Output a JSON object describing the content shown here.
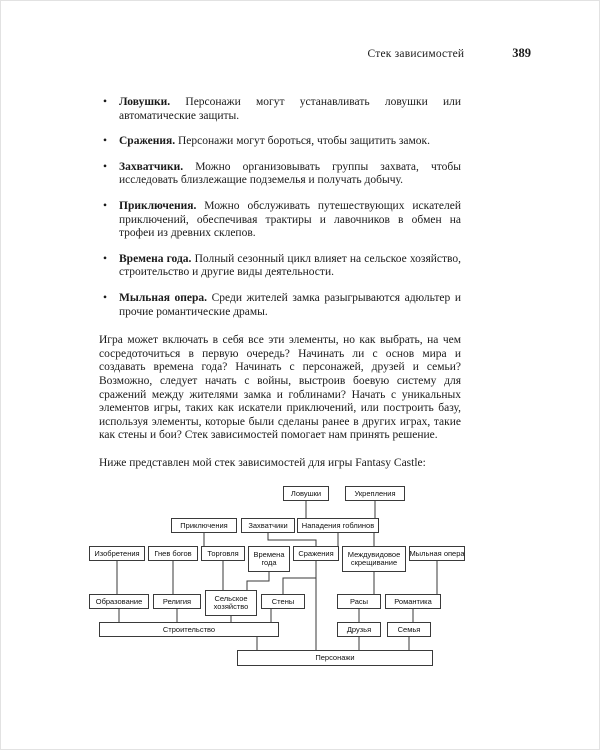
{
  "header": {
    "title": "Стек зависимостей",
    "page_number": "389"
  },
  "bullet_marker": "•",
  "bullets": [
    {
      "term": "Ловушки.",
      "rest": "Персонажи могут устанавливать ловушки или автоматические защиты."
    },
    {
      "term": "Сражения.",
      "rest": "Персонажи могут бороться, чтобы защитить замок."
    },
    {
      "term": "Захватчики.",
      "rest": "Можно организовывать группы захвата, чтобы исследовать близлежащие подземелья и получать добычу."
    },
    {
      "term": "Приключения.",
      "rest": "Можно обслуживать путешествующих искателей приключений, обеспечивая трактиры и лавочников в обмен на трофеи из древних склепов."
    },
    {
      "term": "Времена года.",
      "rest": "Полный сезонный цикл влияет на сельское хозяйство, строительство и другие виды деятельности."
    },
    {
      "term": "Мыльная опера.",
      "rest": "Среди жителей замка разыгрываются адюльтер и прочие романтические драмы."
    }
  ],
  "paragraph": "Игра может включать в себя все эти элементы, но как выбрать, на чем сосредоточиться в первую очередь? Начинать ли с основ мира и создавать времена года? Начинать с персонажей, друзей и семьи? Возможно, следует начать с войны, выстроив боевую систему для сражений между жителями замка и гоблинами? Начать с уникальных элементов игры, таких как искатели приключений, или построить базу, используя элементы, которые были сделаны ранее в других играх, такие как стены и бои? Стек зависимостей помогает нам принять решение.",
  "diagram_intro": "Ниже представлен мой стек зависимостей для игры Fantasy Castle:",
  "diagram": {
    "boxes": [
      {
        "label": "Ловушки"
      },
      {
        "label": "Укрепления"
      },
      {
        "label": "Приключения"
      },
      {
        "label": "Захватчики"
      },
      {
        "label": "Нападения гоблинов"
      },
      {
        "label": "Изобретения"
      },
      {
        "label": "Гнев богов"
      },
      {
        "label": "Торговля"
      },
      {
        "label": "Времена года"
      },
      {
        "label": "Сражения"
      },
      {
        "label": "Междувидовое скрещивание"
      },
      {
        "label": "Мыльная опера"
      },
      {
        "label": "Образование"
      },
      {
        "label": "Религия"
      },
      {
        "label": "Сельское хозяйство"
      },
      {
        "label": "Стены"
      },
      {
        "label": "Расы"
      },
      {
        "label": "Романтика"
      },
      {
        "label": "Строительство"
      },
      {
        "label": "Друзья"
      },
      {
        "label": "Семья"
      },
      {
        "label": "Персонажи"
      }
    ]
  }
}
